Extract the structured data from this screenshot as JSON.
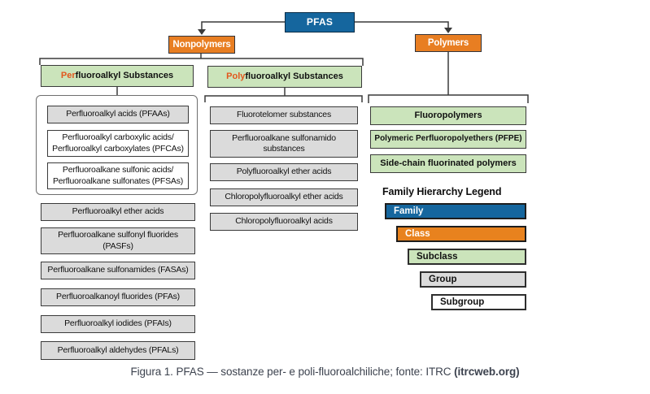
{
  "colors": {
    "family_blue": "#15669E",
    "class_orange": "#E87E22",
    "subclass_green": "#CBE4BB",
    "group_gray": "#DBDBDB",
    "subgroup_white": "#FFFFFF",
    "prefix_orange_red": "#E2571D",
    "connector_dark": "#3A3A3A",
    "caption_color": "#3D434F"
  },
  "tree": {
    "family": "PFAS",
    "class_nonpolymers": "Nonpolymers",
    "class_polymers": "Polymers",
    "subclass_per": {
      "prefix": "Per",
      "rest": "fluoroalkyl Substances"
    },
    "subclass_poly": {
      "prefix": "Poly",
      "rest": "fluoroalkyl Substances"
    },
    "pfaa_group": "Perfluoroalkyl acids (PFAAs)",
    "pfaa_subgroups": [
      "Perfluoroalkyl carboxylic acids/ Perfluoroalkyl carboxylates (PFCAs)",
      "Perfluoroalkane sulfonic acids/ Perfluoroalkane sulfonates (PFSAs)"
    ],
    "per_groups": [
      "Perfluoroalkyl ether acids",
      "Perfluoroalkane sulfonyl fluorides (PASFs)",
      "Perfluoroalkane sulfonamides (FASAs)",
      "Perfluoroalkanoyl fluorides (PFAs)",
      "Perfluoroalkyl iodides (PFAIs)",
      "Perfluoroalkyl aldehydes (PFALs)"
    ],
    "poly_groups": [
      "Fluorotelomer substances",
      "Perfluoroalkane sulfonamido substances",
      "Polyfluoroalkyl ether acids",
      "Chloropolyfluoroalkyl ether acids",
      "Chloropolyfluoroalkyl acids"
    ],
    "polymer_subclasses": [
      "Fluoropolymers",
      "Polymeric Perfluoropolyethers (PFPE)",
      "Side-chain fluorinated polymers"
    ]
  },
  "legend": {
    "title": "Family Hierarchy Legend",
    "items": [
      "Family",
      "Class",
      "Subclass",
      "Group",
      "Subgroup"
    ]
  },
  "caption": {
    "text": "Figura 1. PFAS — sostanze per- e poli-fluoroalchiliche; fonte: ITRC ",
    "source_bold": "(itrcweb.org)"
  }
}
